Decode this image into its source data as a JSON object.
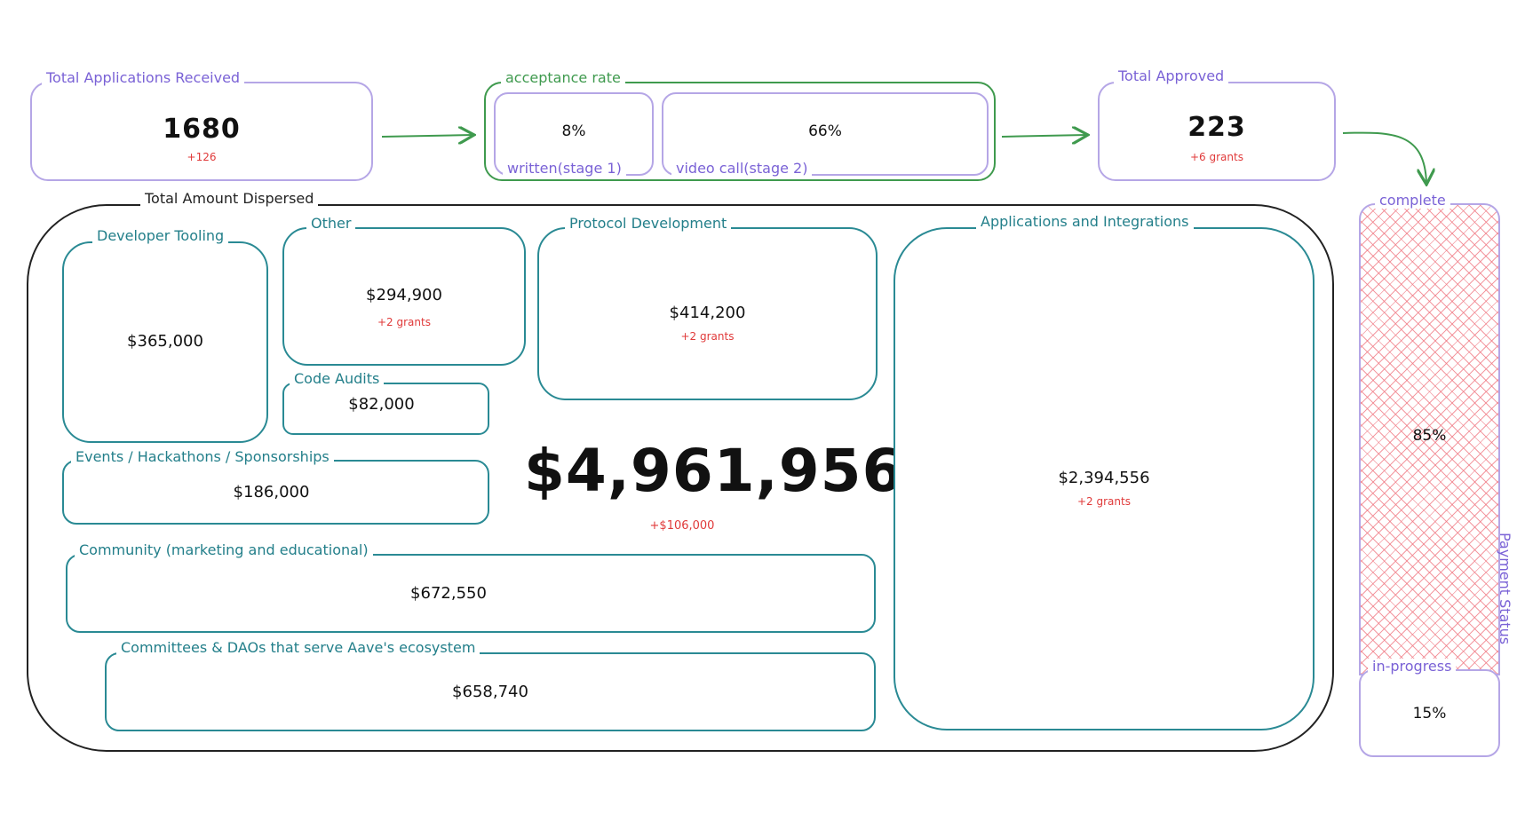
{
  "funnel": {
    "received": {
      "label": "Total Applications Received",
      "value": "1680",
      "delta": "+126"
    },
    "acceptance": {
      "label": "acceptance rate",
      "stage1": {
        "label": "written(stage 1)",
        "value": "8%"
      },
      "stage2": {
        "label": "video call(stage 2)",
        "value": "66%"
      }
    },
    "approved": {
      "label": "Total Approved",
      "value": "223",
      "delta": "+6 grants"
    }
  },
  "dispersed": {
    "label": "Total Amount Dispersed",
    "total": "$4,961,956",
    "delta": "+$106,000",
    "categories": {
      "developer_tooling": {
        "label": "Developer Tooling",
        "value": "$365,000"
      },
      "other": {
        "label": "Other",
        "value": "$294,900",
        "delta": "+2 grants"
      },
      "protocol": {
        "label": "Protocol Development",
        "value": "$414,200",
        "delta": "+2 grants"
      },
      "code_audits": {
        "label": "Code Audits",
        "value": "$82,000"
      },
      "events": {
        "label": "Events / Hackathons / Sponsorships",
        "value": "$186,000"
      },
      "community": {
        "label": "Community (marketing and educational)",
        "value": "$672,550"
      },
      "committees": {
        "label": "Committees & DAOs that serve Aave's ecosystem",
        "value": "$658,740"
      },
      "applications": {
        "label": "Applications and Integrations",
        "value": "$2,394,556",
        "delta": "+2 grants"
      }
    }
  },
  "payment_status": {
    "label": "Payment Status",
    "complete": {
      "label": "complete",
      "value": "85%"
    },
    "in_progress": {
      "label": "in-progress",
      "value": "15%"
    }
  },
  "colors": {
    "purple": "#b5a6e6",
    "green": "#3f9a4e",
    "teal": "#2a8a94",
    "delta_red": "#e03a3a",
    "hatch_pink": "#f07882"
  }
}
